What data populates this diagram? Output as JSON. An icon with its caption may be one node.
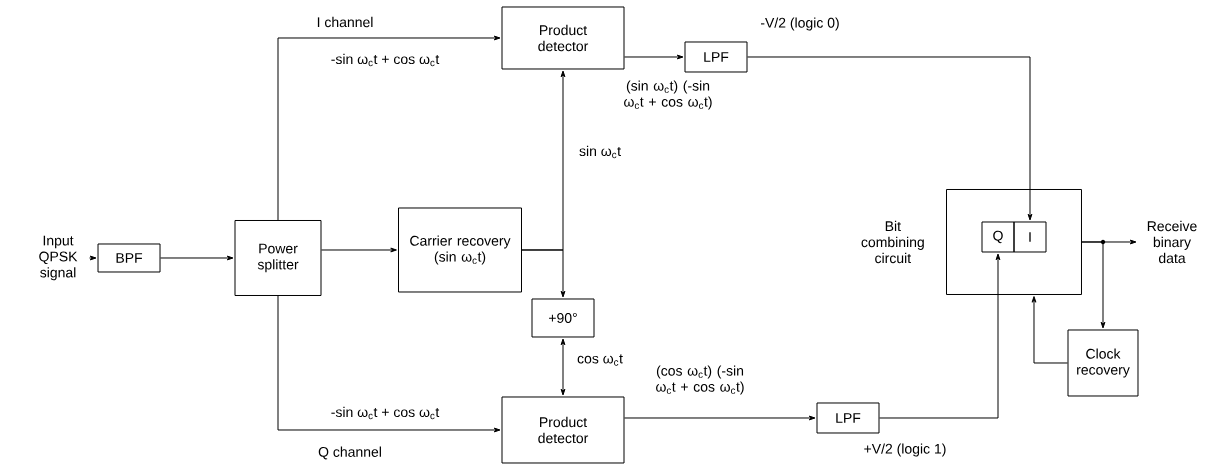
{
  "diagram": {
    "nodes": [
      {
        "text": [
          "Input QPSK signal"
        ]
      },
      {
        "text": [
          "BPF"
        ]
      },
      {
        "text": [
          "Power splitter"
        ]
      },
      {
        "text": [
          "Product detector"
        ]
      },
      {
        "text": [
          "Carrier recovery",
          "(sin ω$_{c}$t)"
        ]
      },
      {
        "text": [
          "+90°"
        ]
      },
      {
        "text": [
          "Product detector"
        ]
      },
      {
        "text": [
          "LPF"
        ]
      },
      {
        "text": [
          "LPF"
        ]
      },
      {
        "text": [
          "Bit combining circuit"
        ]
      },
      {
        "text": [
          "Q"
        ],
        "in": 9
      },
      {
        "text": [
          "I"
        ],
        "in": 9
      },
      {
        "text": [
          "Clock recovery"
        ]
      },
      {
        "text": [
          "Receive binary data"
        ]
      }
    ],
    "edges": [
      {
        "from": 0,
        "to": 1,
        "arrow": "to"
      },
      {
        "from": 1,
        "to": 2,
        "arrow": "to"
      },
      {
        "from": 2,
        "to": 4,
        "arrow": "to"
      },
      {
        "from": 2,
        "to": 3,
        "arrow": "to",
        "label": "I channel"
      },
      {
        "from": 2,
        "to": 6,
        "arrow": "to",
        "label": "Q channel"
      },
      {
        "from": 4,
        "to": 3,
        "arrow": "to",
        "label": "sin ω$_{c}$t"
      },
      {
        "from": 4,
        "to": 5,
        "arrow": "to"
      },
      {
        "from": 5,
        "to": 6,
        "arrow": "both",
        "label": "cos ω$_{c}$t"
      },
      {
        "from": 3,
        "to": 7,
        "arrow": "to",
        "label": "(sin ω$_{c}$t) (-sin ω$_{c}$t + cos ω$_{c}$t)"
      },
      {
        "from": 6,
        "to": 8,
        "arrow": "to",
        "label": "(cos ω$_{c}$t) (-sin ω$_{c}$t + cos ω$_{c}$t)"
      },
      {
        "from": 7,
        "to": 11,
        "arrow": "to",
        "label": "-V/2 (logic 0)"
      },
      {
        "from": 8,
        "to": 10,
        "arrow": "to",
        "label": "+V/2 (logic 1)"
      },
      {
        "from": 9,
        "to": 13,
        "arrow": "to"
      },
      {
        "from": 9,
        "to": 12,
        "arrow": "to"
      },
      {
        "from": 12,
        "to": 9,
        "arrow": "to"
      }
    ],
    "labels": [
      "-sin ω$_{c}$t + cos ω$_{c}$t",
      "-sin ω$_{c}$t + cos ω$_{c}$t"
    ]
  }
}
